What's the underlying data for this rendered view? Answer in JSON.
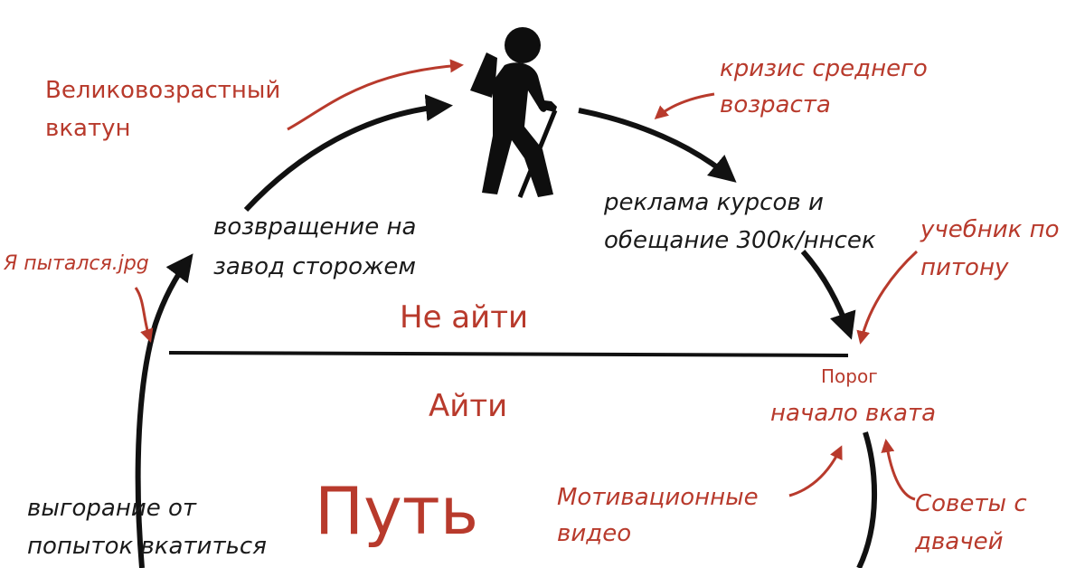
{
  "diagram": {
    "colors": {
      "ink": "#111111",
      "accent": "#b83a2c"
    },
    "icon": "hiker-icon",
    "zones": {
      "upper": "Не айти",
      "lower": "Айти"
    },
    "title": "Путь",
    "threshold": {
      "title": "Порог",
      "subtitle": "начало вката"
    },
    "stages": {
      "return_line1": "возвращение на",
      "return_line2": "завод сторожем",
      "ads_line1": "реклама курсов и",
      "ads_line2": "обещание 300к/ннсек",
      "burnout_line1": "выгорание от",
      "burnout_line2": "попыток вкатиться"
    },
    "annotations": {
      "late_line1": "Великовозрастный",
      "late_line2": "вкатун",
      "crisis_line1": "кризис среднего",
      "crisis_line2": "возраста",
      "tried": "Я пытался.jpg",
      "textbook_line1": "учебник по",
      "textbook_line2": "питону",
      "motivation_line1": "Мотивационные",
      "motivation_line2": "видео",
      "advice_line1": "Советы с",
      "advice_line2": "двачей"
    }
  }
}
